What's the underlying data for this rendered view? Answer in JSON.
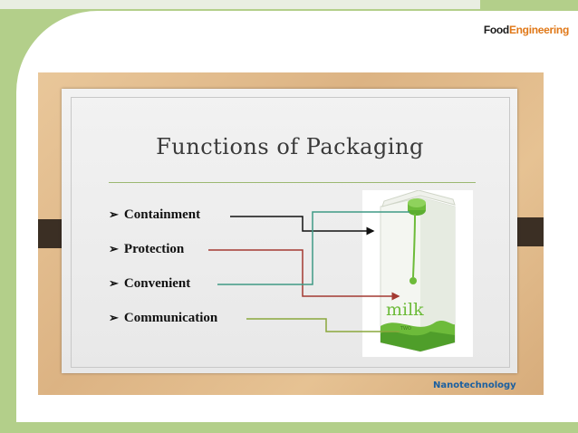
{
  "logo": {
    "part1": "Food",
    "part2": "Engineering"
  },
  "slide": {
    "title": "Functions of Packaging",
    "items": [
      {
        "label": "Containment",
        "bullet": "➢"
      },
      {
        "label": "Protection",
        "bullet": "➢"
      },
      {
        "label": "Convenient",
        "bullet": "➢"
      },
      {
        "label": "Communication",
        "bullet": "➢"
      }
    ],
    "carton": {
      "brand": "milk",
      "sub": "TWO"
    },
    "footer": "Nanotechnology"
  },
  "colors": {
    "containment_line": "#111111",
    "protection_line": "#a33a32",
    "convenient_line": "#3f9a85",
    "communication_line": "#8aa83c",
    "accent_green": "#6dbb3a"
  }
}
